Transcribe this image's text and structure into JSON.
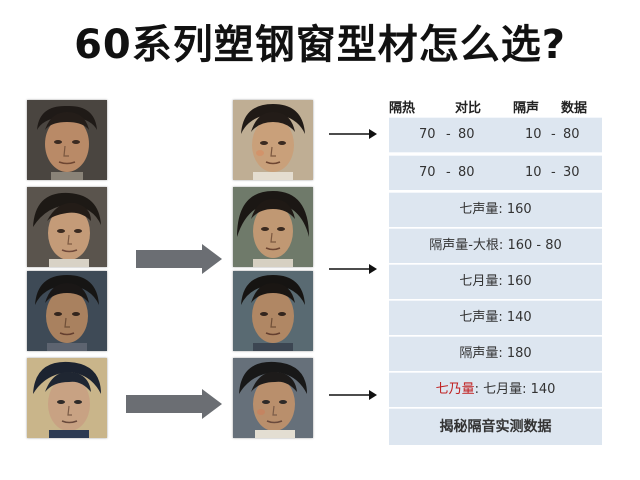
{
  "title": "60系列塑钢窗型材怎么选?",
  "portraits": {
    "left": [
      "portrait-1",
      "portrait-2",
      "portrait-3",
      "portrait-4"
    ],
    "right": [
      "portrait-5",
      "portrait-6",
      "portrait-7",
      "portrait-8"
    ]
  },
  "table": {
    "headers": [
      "隔热",
      "对比",
      "隔声",
      "数据"
    ],
    "rows": [
      {
        "c1": "70",
        "c2": "-",
        "c3": "80",
        "c4": "10",
        "c5": "-",
        "c6": "80"
      },
      {
        "c1": "70",
        "c2": "-",
        "c3": "80",
        "c4": "10",
        "c5": "-",
        "c6": "30"
      }
    ],
    "single_rows": [
      "七声量: 160",
      "隔声量-大根: 160 - 80",
      "七月量: 160",
      "七声量: 140",
      "隔声量: 180"
    ],
    "mixed_row": {
      "red_part": "七乃量",
      "rest": ": 七月量: 140"
    },
    "footer": "揭秘隔音实测数据"
  },
  "colors": {
    "row_bg": "#dde6f0",
    "arrow_fill": "#6b6e73",
    "accent_red": "#c02020"
  }
}
